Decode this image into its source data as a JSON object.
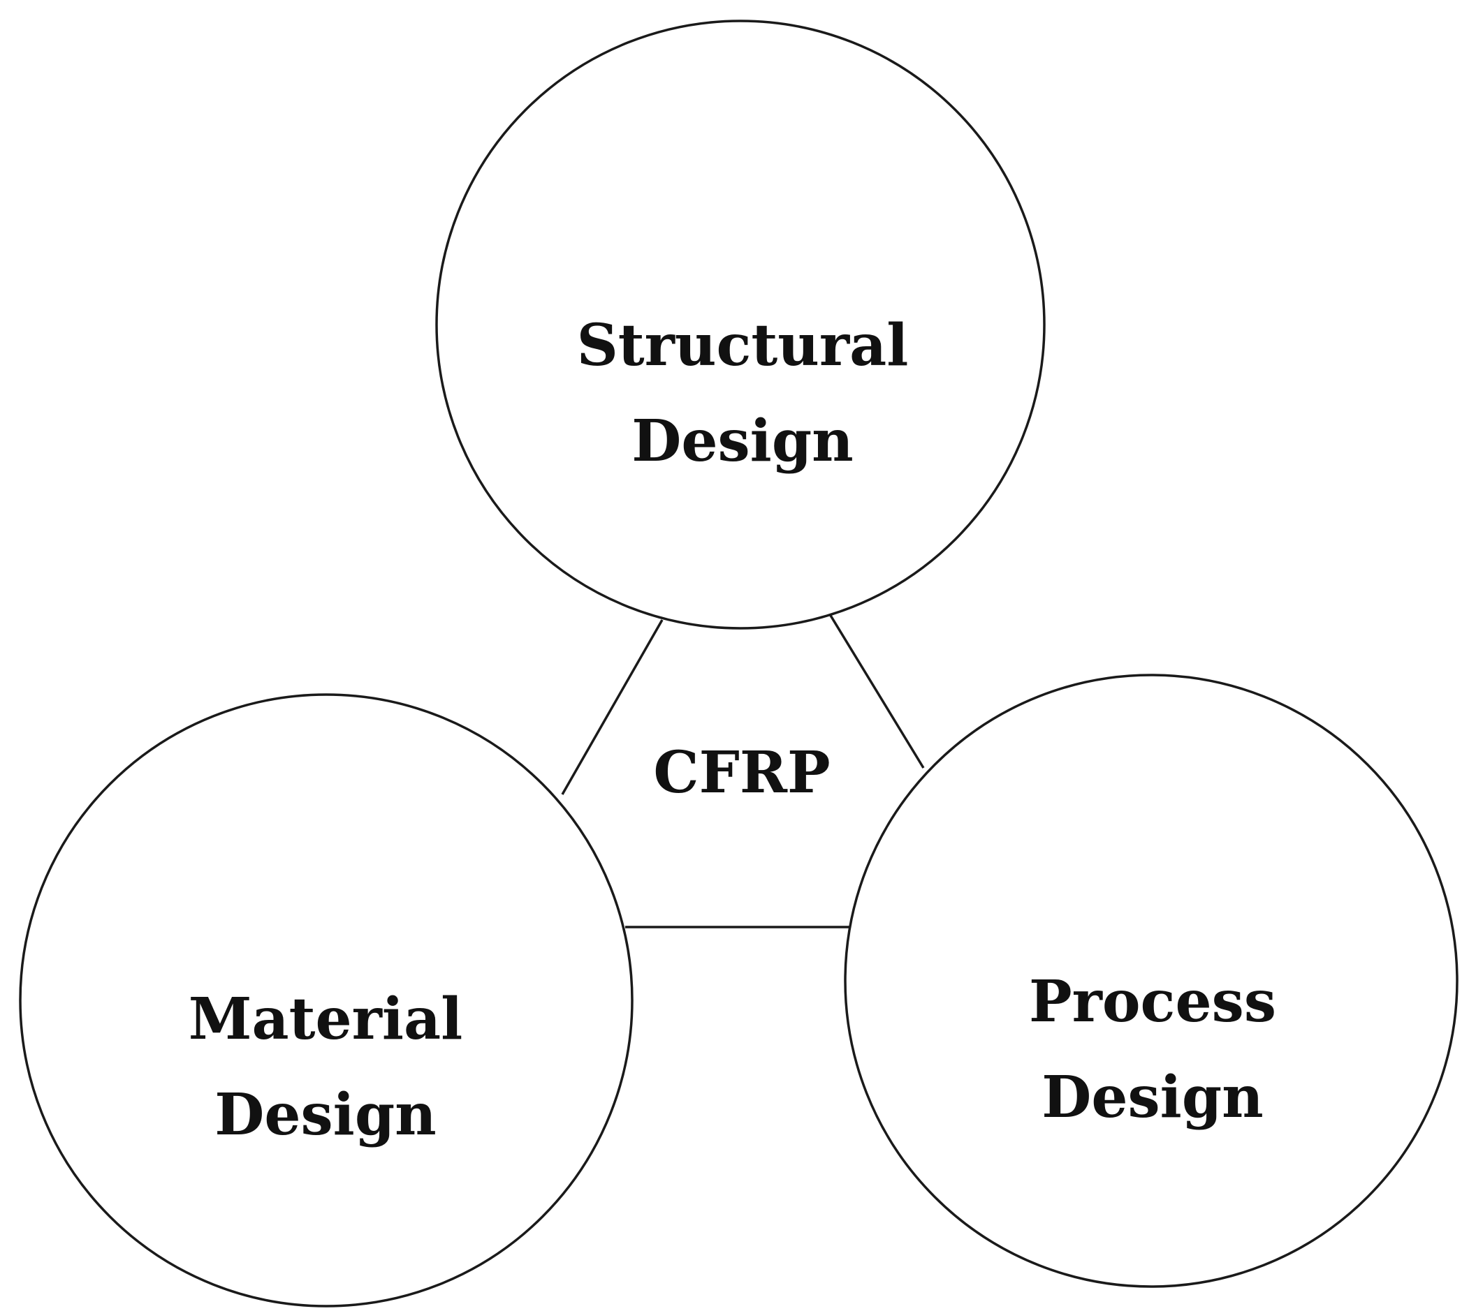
{
  "diagram": {
    "center": {
      "label": "CFRP"
    },
    "nodes": [
      {
        "id": "structural",
        "line1": "Structural",
        "line2": "Design"
      },
      {
        "id": "material",
        "line1": "Material",
        "line2": "Design"
      },
      {
        "id": "process",
        "line1": "Process",
        "line2": "Design"
      }
    ],
    "colors": {
      "stroke": "#1a1a1a",
      "text": "#111111",
      "background": "#ffffff"
    }
  }
}
